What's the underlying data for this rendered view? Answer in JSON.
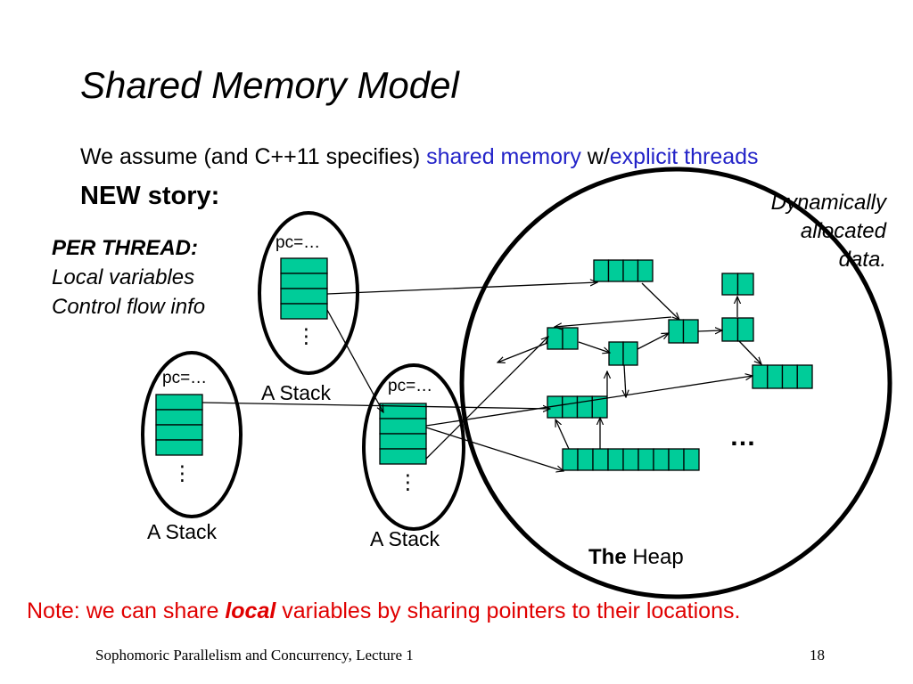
{
  "slide": {
    "title": "Shared Memory Model",
    "subtitle": {
      "prefix": "We assume (and C++11 specifies) ",
      "shared_memory": "shared memory",
      "middle": " w/",
      "explicit_threads": "explicit threads"
    },
    "story": "NEW story:",
    "per_thread": {
      "heading": "PER THREAD:",
      "line1": "Local variables",
      "line2": "Control flow info"
    },
    "dynamic": {
      "line1": "Dynamically",
      "line2": "allocated",
      "line3": "data."
    },
    "stacks": [
      {
        "pc": "pc=…",
        "label": "A Stack",
        "dots": "⋮"
      },
      {
        "pc": "pc=…",
        "label": "A Stack",
        "dots": "⋮"
      },
      {
        "pc": "pc=…",
        "label": "A Stack",
        "dots": "⋮"
      }
    ],
    "heap": {
      "label_bold": "The",
      "label_rest": " Heap",
      "ellipsis": "…"
    },
    "note": {
      "prefix": "Note: we can share ",
      "emphasis": "local",
      "suffix": " variables by sharing pointers to their locations."
    },
    "footer": "Sophomoric Parallelism and Concurrency, Lecture 1",
    "page_number": "18"
  },
  "colors": {
    "cell_fill": "#00cc99",
    "link_blue": "#2323c8",
    "note_red": "#e00000"
  }
}
